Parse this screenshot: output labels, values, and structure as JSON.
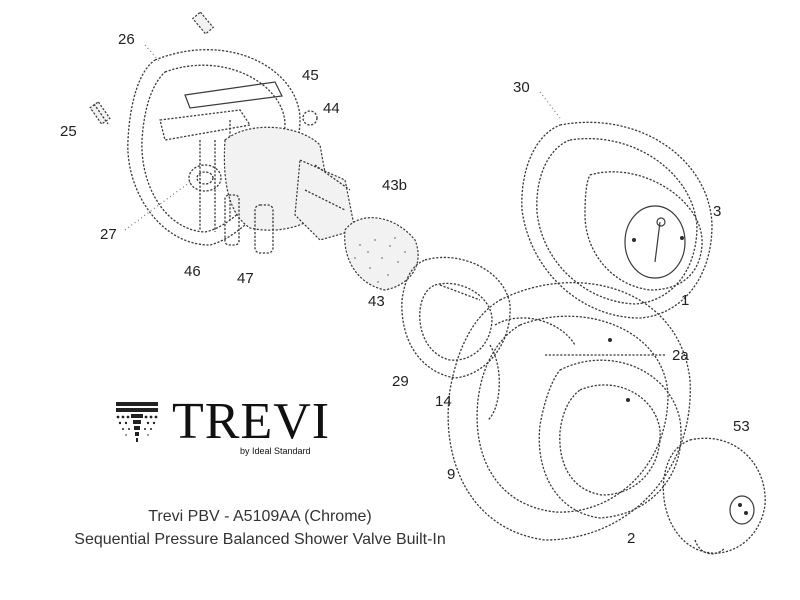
{
  "brand": {
    "name": "TREVI",
    "tagline": "by Ideal Standard"
  },
  "caption": {
    "line1": "Trevi PBV - A5109AA (Chrome)",
    "line2": "Sequential Pressure Balanced Shower Valve Built-In"
  },
  "callouts": {
    "c26": "26",
    "c45": "45",
    "c44": "44",
    "c25": "25",
    "c30": "30",
    "c43b": "43b",
    "c3": "3",
    "c27": "27",
    "c46": "46",
    "c47": "47",
    "c43": "43",
    "c1": "1",
    "c2a": "2a",
    "c29": "29",
    "c14": "14",
    "c53": "53",
    "c9": "9",
    "c2": "2"
  }
}
